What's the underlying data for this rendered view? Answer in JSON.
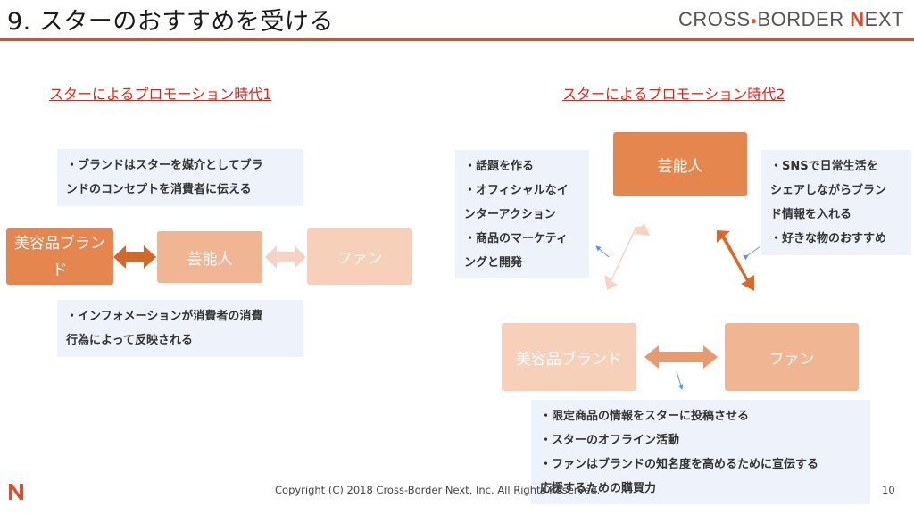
{
  "header": {
    "title": "9. スターのおすすめを受ける",
    "logo": {
      "part1": "CROSS",
      "part2": "BORDER",
      "n": "N",
      "rest": "EXT"
    }
  },
  "left": {
    "heading": "スターによるプロモーション時代1",
    "note_top": [
      "・ブランドはスターを媒介としてブラ",
      "ンドのコンセプトを消費者に伝える"
    ],
    "note_bottom": [
      "・インフォメーションが消費者の消費",
      "行為によって反映される"
    ],
    "box_brand": "美容品ブランド",
    "box_celebrity": "芸能人",
    "box_fan": "ファン"
  },
  "right": {
    "heading": "スターによるプロモーション時代2",
    "note_left": [
      "・話題を作る",
      "・オフィシャルなイ",
      "ンターアクション",
      "・商品のマーケティ",
      "ングと開発"
    ],
    "note_right": [
      "・SNSで日常生活を",
      "シェアしながらブラン",
      "ド情報を入れる",
      "・好きな物のおすすめ"
    ],
    "note_bottom": [
      "・限定商品の情報をスターに投稿させる",
      "・スターのオフライン活動",
      "・ファンはブランドの知名度を高めるために宣伝する",
      "応援するための購買力"
    ],
    "box_celebrity": "芸能人",
    "box_brand": "美容品ブランド",
    "box_fan": "ファン"
  },
  "footer": {
    "copyright": "Copyright (C) 2018 Cross-Border Next, Inc. All Rights Reserved.",
    "page_number": "10"
  },
  "colors": {
    "accent": "#d94f2b",
    "heading_red": "#e2231a",
    "box_dark": "#e4864d",
    "box_mid": "#f0b592",
    "box_light": "#f6d0b8",
    "note_bg": "#eef3fb"
  }
}
